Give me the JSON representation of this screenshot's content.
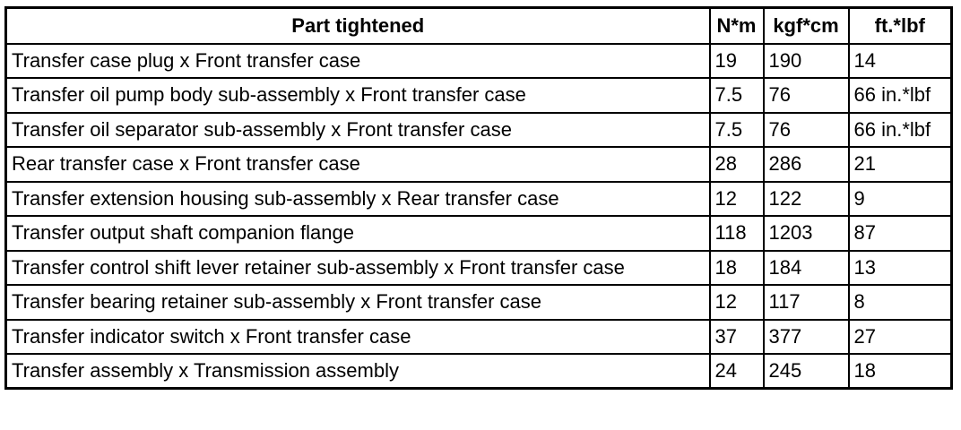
{
  "table": {
    "headers": [
      "Part tightened",
      "N*m",
      "kgf*cm",
      "ft.*lbf"
    ],
    "rows": [
      [
        "Transfer case plug x Front transfer case",
        "19",
        "190",
        "14"
      ],
      [
        "Transfer oil pump body sub-assembly x Front transfer case",
        "7.5",
        "76",
        "66 in.*lbf"
      ],
      [
        "Transfer oil separator sub-assembly x Front transfer case",
        "7.5",
        "76",
        "66 in.*lbf"
      ],
      [
        "Rear transfer case x Front transfer case",
        "28",
        "286",
        "21"
      ],
      [
        "Transfer extension housing sub-assembly x Rear transfer case",
        "12",
        "122",
        "9"
      ],
      [
        "Transfer output shaft companion flange",
        "118",
        "1203",
        "87"
      ],
      [
        "Transfer control shift lever retainer sub-assembly x Front transfer case",
        "18",
        "184",
        "13"
      ],
      [
        "Transfer bearing retainer sub-assembly x Front transfer case",
        "12",
        "117",
        "8"
      ],
      [
        "Transfer indicator switch x Front transfer case",
        "37",
        "377",
        "27"
      ],
      [
        "Transfer assembly x Transmission assembly",
        "24",
        "245",
        "18"
      ]
    ]
  }
}
